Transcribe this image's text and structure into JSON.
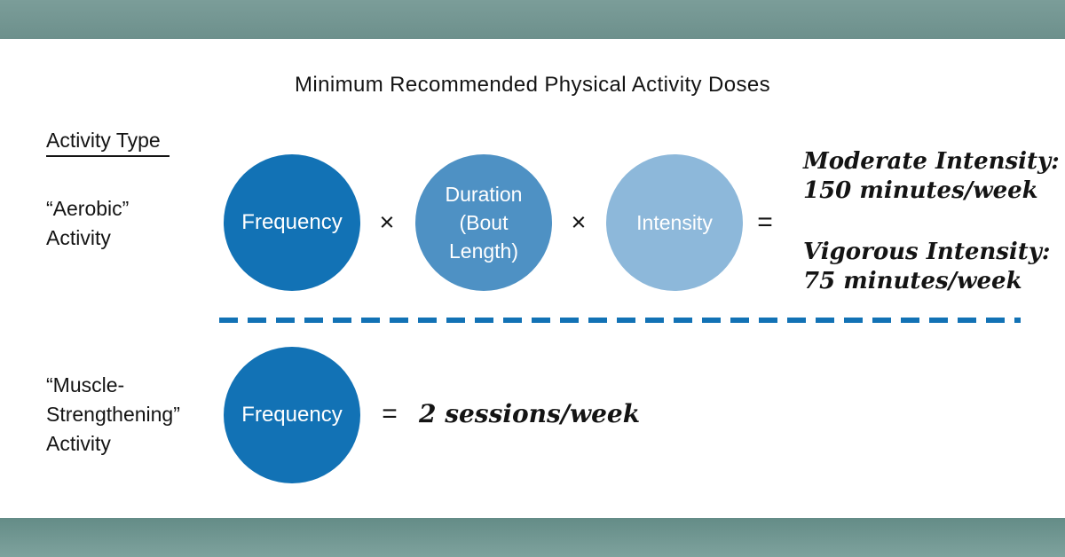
{
  "title": "Minimum Recommended Physical Activity Doses",
  "colors": {
    "circle_dark": "#1272b5",
    "circle_medium": "#4e91c4",
    "circle_light": "#8db8da",
    "dashed_line": "#1272b5",
    "band_top_start": "#7b9d99",
    "band_top_end": "#6d908c",
    "band_bottom_start": "#648c87",
    "band_bottom_end": "#7ea29d",
    "text": "#141414",
    "circle_text": "#ffffff",
    "background": "#ffffff"
  },
  "left_column": {
    "header": "Activity Type",
    "aerobic_label": {
      "line1": "“Aerobic”",
      "line2": "Activity"
    },
    "muscle_label": {
      "line1": "“Muscle-",
      "line2": "Strengthening”",
      "line3": "Activity"
    }
  },
  "aerobic_row": {
    "circle_frequency": "Frequency",
    "circle_duration": {
      "line1": "Duration",
      "line2": "(Bout",
      "line3": "Length)"
    },
    "circle_intensity": "Intensity",
    "multiply_1": "×",
    "multiply_2": "×",
    "equals": "=",
    "results": [
      {
        "heading": "Moderate Intensity:",
        "value": "150 minutes/week"
      },
      {
        "heading": "Vigorous Intensity:",
        "value": "75 minutes/week"
      }
    ]
  },
  "muscle_row": {
    "circle_frequency": "Frequency",
    "equals": "=",
    "result": "2 sessions/week"
  }
}
